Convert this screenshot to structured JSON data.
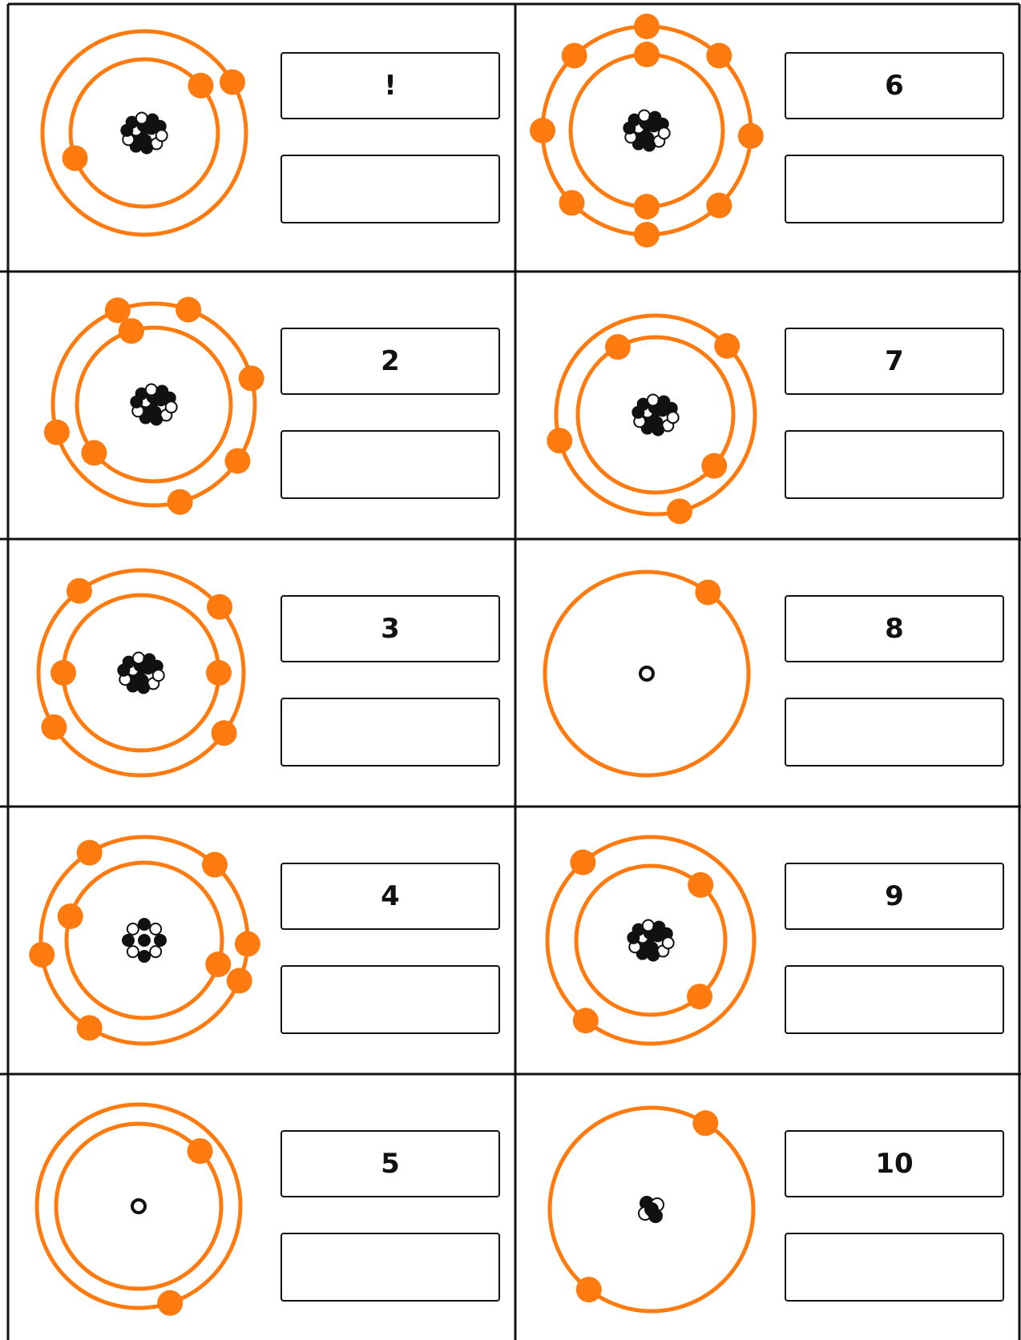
{
  "worksheet": {
    "colors": {
      "orbit": "#FF7A0F",
      "electron": "#FF7A0F",
      "grid_line": "#111111",
      "nucleus_filled": "#111111",
      "nucleus_open": "#ffffff"
    },
    "cards": [
      {
        "label": "!",
        "shells": [
          2,
          1
        ],
        "nucleus": "large"
      },
      {
        "label": "2",
        "shells": [
          2,
          6
        ],
        "nucleus": "large"
      },
      {
        "label": "3",
        "shells": [
          2,
          4
        ],
        "nucleus": "large"
      },
      {
        "label": "4",
        "shells": [
          2,
          6
        ],
        "nucleus": "ring"
      },
      {
        "label": "5",
        "shells": [
          1,
          1
        ],
        "nucleus": "tiny"
      },
      {
        "label": "6",
        "shells": [
          2,
          8
        ],
        "nucleus": "large"
      },
      {
        "label": "7",
        "shells": [
          2,
          3
        ],
        "nucleus": "large"
      },
      {
        "label": "8",
        "shells": [
          1
        ],
        "nucleus": "tiny"
      },
      {
        "label": "9",
        "shells": [
          2,
          2
        ],
        "nucleus": "large"
      },
      {
        "label": "10",
        "shells": [
          2
        ],
        "nucleus": "small"
      }
    ]
  }
}
